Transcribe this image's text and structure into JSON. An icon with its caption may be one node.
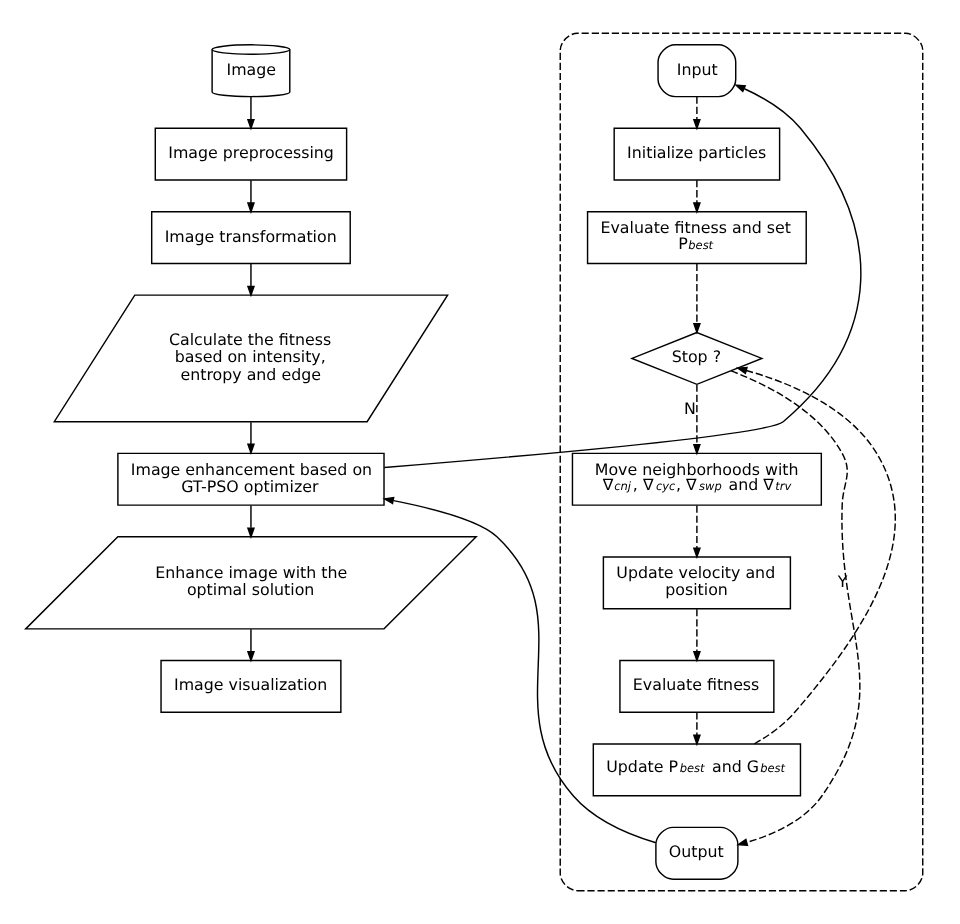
{
  "diagram": {
    "nodes": [
      {
        "text": [
          "Image"
        ]
      },
      {
        "text": [
          "Image preprocessing"
        ]
      },
      {
        "text": [
          "Image transformation"
        ]
      },
      {
        "text": [
          "Calculate the fitness based on intensity, entropy and edge"
        ]
      },
      {
        "text": [
          "Image enhancement based on GT-PSO optimizer"
        ]
      },
      {
        "text": [
          "Enhance image with the optimal solution"
        ]
      },
      {
        "text": [
          "Image visualization"
        ]
      },
      {
        "text": [],
        "shape": "box"
      },
      {
        "text": [
          "Input"
        ],
        "in": 7
      },
      {
        "text": [
          "Initialize particles"
        ],
        "in": 7
      },
      {
        "text": [
          "Evaluate fitness and set P$_{best}$"
        ],
        "in": 7
      },
      {
        "text": [
          "Stop ?"
        ],
        "in": 7
      },
      {
        "text": [
          "Move neighborhoods with ∇$_{cnj}$, ∇$_{cyc}$, ∇$_{swp}$ and ∇$_{trv}$"
        ],
        "in": 7
      },
      {
        "text": [
          "Update velocity and position"
        ],
        "in": 7
      },
      {
        "text": [
          "Evaluate fitness"
        ],
        "in": 7
      },
      {
        "text": [
          "Update P$_{best}$ and G$_{best}$"
        ],
        "in": 7
      },
      {
        "text": [
          "Output"
        ],
        "in": 7
      }
    ],
    "edges": [
      {
        "from": 0,
        "to": 1,
        "arrow": "to"
      },
      {
        "from": 1,
        "to": 2,
        "arrow": "to"
      },
      {
        "from": 2,
        "to": 3,
        "arrow": "to"
      },
      {
        "from": 3,
        "to": 4,
        "arrow": "to"
      },
      {
        "from": 4,
        "to": 5,
        "arrow": "to"
      },
      {
        "from": 5,
        "to": 6,
        "arrow": "to"
      },
      {
        "from": 4,
        "to": 8,
        "arrow": "to"
      },
      {
        "from": 8,
        "to": 9,
        "arrow": "to",
        "style": "dashed"
      },
      {
        "from": 9,
        "to": 10,
        "arrow": "to",
        "style": "dashed"
      },
      {
        "from": 10,
        "to": 11,
        "arrow": "to",
        "style": "dashed"
      },
      {
        "from": 11,
        "to": 12,
        "arrow": "to",
        "style": "dashed",
        "label": "N"
      },
      {
        "from": 12,
        "to": 13,
        "arrow": "to",
        "style": "dashed"
      },
      {
        "from": 13,
        "to": 14,
        "arrow": "to",
        "style": "dashed"
      },
      {
        "from": 14,
        "to": 15,
        "arrow": "to",
        "style": "dashed"
      },
      {
        "from": 15,
        "to": 11,
        "arrow": "to",
        "style": "dashed"
      },
      {
        "from": 11,
        "to": 16,
        "arrow": "to",
        "style": "dashed",
        "label": "Y"
      },
      {
        "from": 16,
        "to": 4,
        "arrow": "to"
      }
    ]
  }
}
